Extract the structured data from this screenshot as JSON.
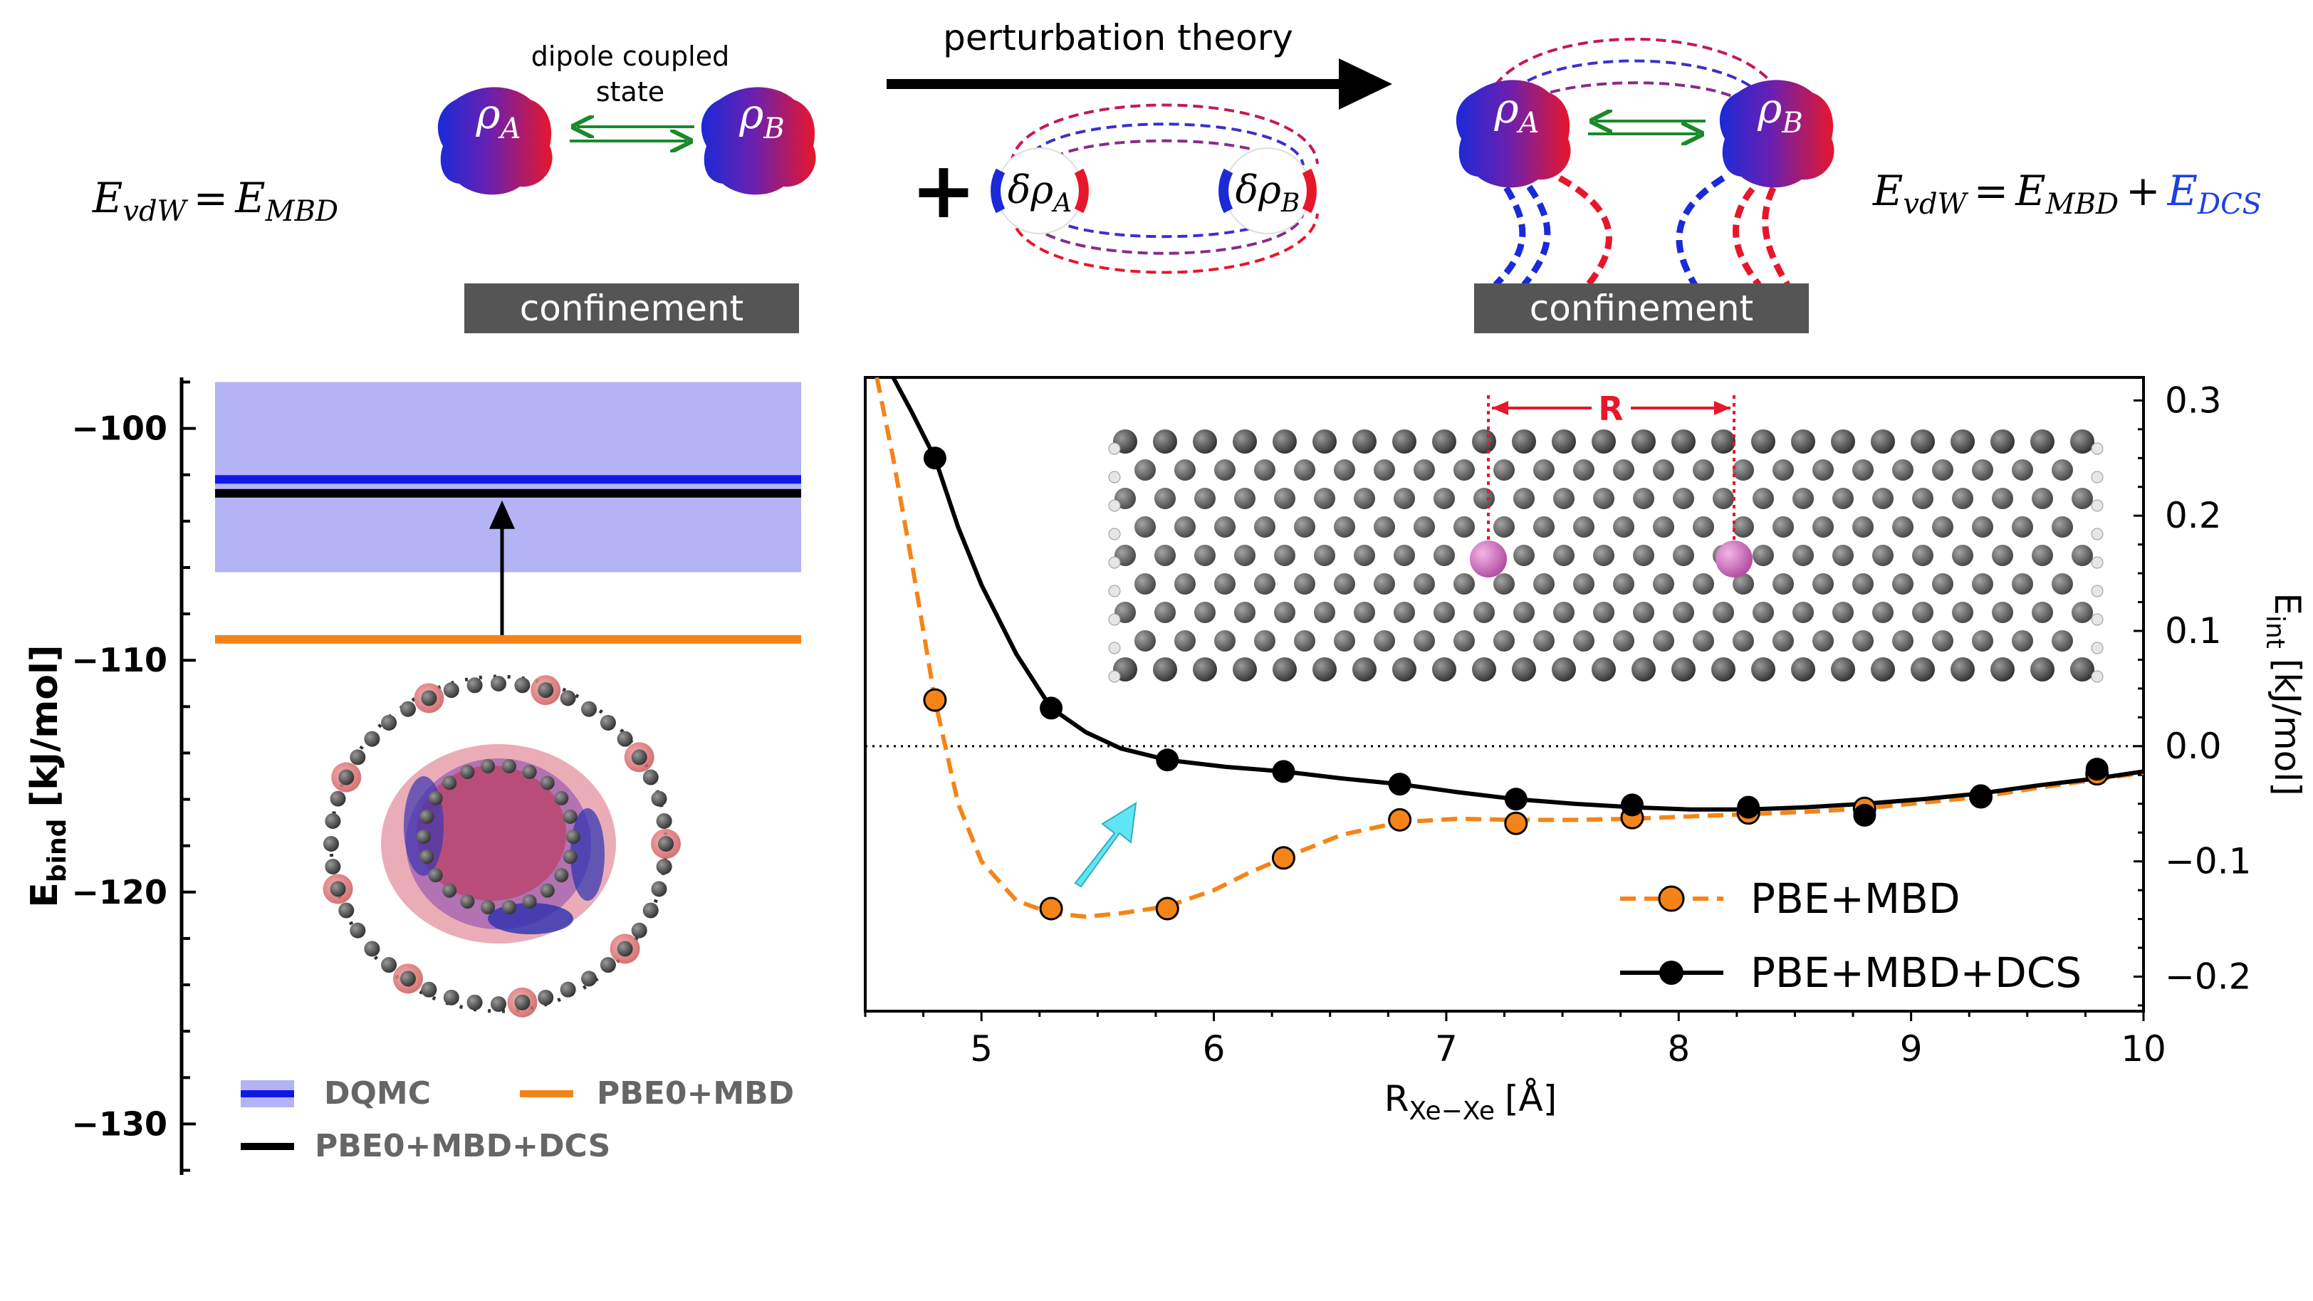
{
  "schematic": {
    "left_equation": {
      "lhs": "E",
      "lhs_sub": "vdW",
      "eq": "=",
      "rhs": "E",
      "rhs_sub": "MBD"
    },
    "right_equation": {
      "lhs": "E",
      "lhs_sub": "vdW",
      "eq": "=",
      "rhs": "E",
      "rhs_sub": "MBD",
      "plus": "+",
      "extra": "E",
      "extra_sub": "DCS"
    },
    "coupled_label_line1": "dipole coupled",
    "coupled_label_line2": "state",
    "rho_a": "ρ",
    "rho_a_sub": "A",
    "rho_b": "ρ",
    "rho_b_sub": "B",
    "delta_rho_a": "δρ",
    "delta_rho_a_sub": "A",
    "delta_rho_b": "δρ",
    "delta_rho_b_sub": "B",
    "plus_sign": "+",
    "arrow_label": "perturbation theory",
    "confinement_left": "confinement",
    "confinement_right": "confinement",
    "colors": {
      "extra_term": "#1f3fe0",
      "box": "#555555",
      "arrow_green": "#1a8a2a",
      "blob_red": "#e8162b",
      "blob_blue": "#1a2ad8"
    }
  },
  "inset_labels": {
    "distance": "R"
  },
  "chart_data": [
    {
      "type": "bar",
      "title": "",
      "xlabel": "",
      "ylabel": "E_bind [kJ/mol]",
      "ylabel_main": "E",
      "ylabel_sub": "bind",
      "ylabel_unit": "[kJ/mol]",
      "ylim": [
        -132.2,
        -97.8
      ],
      "yticks": [
        -100,
        -110,
        -120,
        -130
      ],
      "ytick_labels": [
        "−100",
        "−110",
        "−120",
        "−130"
      ],
      "series": [
        {
          "name": "DQMC",
          "value": -102.2,
          "band": [
            -106.2,
            -98.0
          ],
          "color": "#1018e8",
          "band_color": "#b3b3f6"
        },
        {
          "name": "PBE0+MBD",
          "value": -109.1,
          "color": "#f58418"
        },
        {
          "name": "PBE0+MBD+DCS",
          "value": -102.8,
          "color": "#000000"
        }
      ],
      "legend": [
        "DQMC",
        "PBE0+MBD",
        "PBE0+MBD+DCS"
      ],
      "legend_placement": "bottom"
    },
    {
      "type": "line",
      "title": "",
      "xlabel": "R_Xe−Xe [Å]",
      "xlabel_main": "R",
      "xlabel_sub": "Xe−Xe",
      "xlabel_unit": "[Å]",
      "ylabel": "E_int [kJ/mol]",
      "ylabel_main": "E",
      "ylabel_sub": "int",
      "ylabel_unit": "[kJ/mol]",
      "xlim": [
        4.5,
        10
      ],
      "ylim": [
        -0.23,
        0.32
      ],
      "xticks": [
        5,
        6,
        7,
        8,
        9,
        10
      ],
      "yticks": [
        0.3,
        0.2,
        0.1,
        0.0,
        -0.1,
        -0.2
      ],
      "ytick_labels": [
        "0.3",
        "0.2",
        "0.1",
        "0.0",
        "−0.1",
        "−0.2"
      ],
      "zero_line": true,
      "legend_placement": "bottom-right",
      "series": [
        {
          "name": "PBE+MBD",
          "color": "#f58418",
          "style": "dashed",
          "x": [
            4.8,
            5.3,
            5.8,
            6.3,
            6.8,
            7.3,
            7.8,
            8.3,
            8.8,
            9.3,
            9.8
          ],
          "y": [
            0.04,
            -0.141,
            -0.141,
            -0.097,
            -0.064,
            -0.067,
            -0.062,
            -0.058,
            -0.054,
            -0.044,
            -0.024
          ],
          "curve": [
            [
              4.55,
              0.32
            ],
            [
              4.62,
              0.25
            ],
            [
              4.7,
              0.16
            ],
            [
              4.8,
              0.04
            ],
            [
              4.9,
              -0.05
            ],
            [
              5.0,
              -0.1
            ],
            [
              5.15,
              -0.134
            ],
            [
              5.3,
              -0.145
            ],
            [
              5.45,
              -0.148
            ],
            [
              5.6,
              -0.145
            ],
            [
              5.8,
              -0.139
            ],
            [
              6.0,
              -0.125
            ],
            [
              6.15,
              -0.11
            ],
            [
              6.3,
              -0.097
            ],
            [
              6.55,
              -0.077
            ],
            [
              6.8,
              -0.066
            ],
            [
              7.05,
              -0.063
            ],
            [
              7.3,
              -0.064
            ],
            [
              7.55,
              -0.064
            ],
            [
              7.8,
              -0.063
            ],
            [
              8.05,
              -0.061
            ],
            [
              8.3,
              -0.059
            ],
            [
              8.55,
              -0.057
            ],
            [
              8.8,
              -0.054
            ],
            [
              9.05,
              -0.049
            ],
            [
              9.3,
              -0.044
            ],
            [
              9.55,
              -0.036
            ],
            [
              9.8,
              -0.029
            ],
            [
              10.0,
              -0.023
            ]
          ]
        },
        {
          "name": "PBE+MBD+DCS",
          "color": "#000000",
          "style": "solid",
          "x": [
            4.8,
            5.3,
            5.8,
            6.3,
            6.8,
            7.3,
            7.8,
            8.3,
            8.8,
            9.3,
            9.8
          ],
          "y": [
            0.25,
            0.033,
            -0.012,
            -0.022,
            -0.033,
            -0.046,
            -0.051,
            -0.053,
            -0.06,
            -0.043,
            -0.02
          ],
          "curve": [
            [
              4.62,
              0.32
            ],
            [
              4.7,
              0.29
            ],
            [
              4.8,
              0.25
            ],
            [
              4.9,
              0.19
            ],
            [
              5.0,
              0.14
            ],
            [
              5.15,
              0.08
            ],
            [
              5.3,
              0.033
            ],
            [
              5.45,
              0.012
            ],
            [
              5.6,
              -0.002
            ],
            [
              5.8,
              -0.012
            ],
            [
              6.05,
              -0.018
            ],
            [
              6.3,
              -0.022
            ],
            [
              6.55,
              -0.028
            ],
            [
              6.8,
              -0.033
            ],
            [
              7.05,
              -0.04
            ],
            [
              7.3,
              -0.046
            ],
            [
              7.55,
              -0.05
            ],
            [
              7.8,
              -0.053
            ],
            [
              8.05,
              -0.055
            ],
            [
              8.3,
              -0.055
            ],
            [
              8.55,
              -0.053
            ],
            [
              8.8,
              -0.05
            ],
            [
              9.05,
              -0.046
            ],
            [
              9.3,
              -0.041
            ],
            [
              9.55,
              -0.034
            ],
            [
              9.8,
              -0.028
            ],
            [
              10.0,
              -0.022
            ]
          ]
        }
      ]
    }
  ]
}
